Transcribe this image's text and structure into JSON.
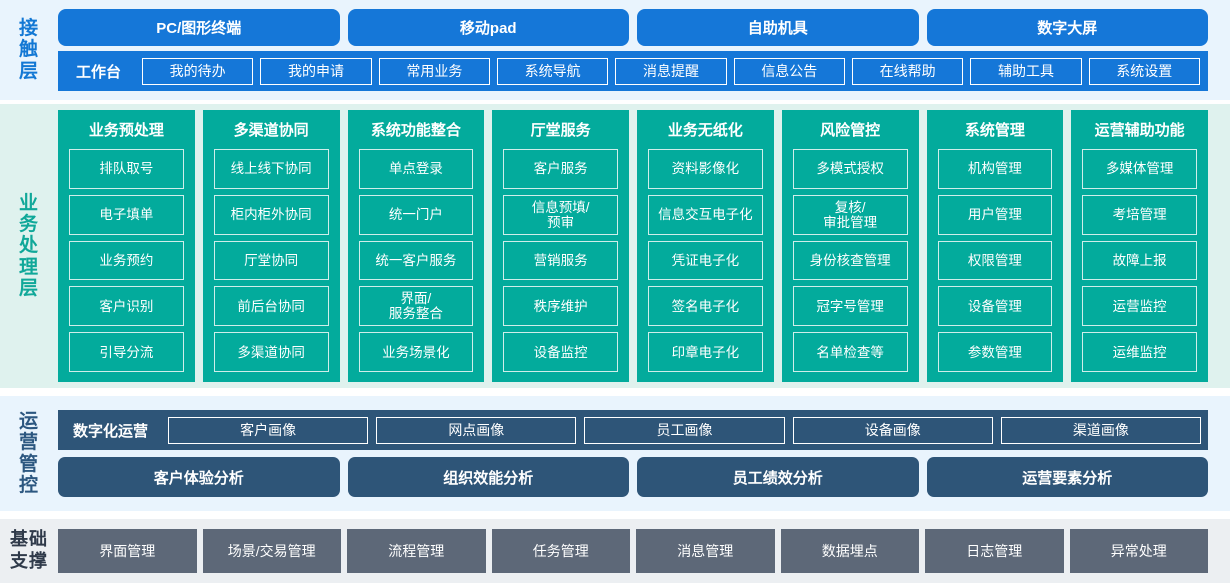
{
  "layers": {
    "contact": {
      "label": "接触层",
      "label_chars": [
        "接",
        "触",
        "层"
      ],
      "channels": [
        "PC/图形终端",
        "移动pad",
        "自助机具",
        "数字大屏"
      ],
      "workbench_title": "工作台",
      "workbench_items": [
        "我的待办",
        "我的申请",
        "常用业务",
        "系统导航",
        "消息提醒",
        "信息公告",
        "在线帮助",
        "辅助工具",
        "系统设置"
      ]
    },
    "business": {
      "label": "业务处理层",
      "label_chars": [
        "业",
        "务",
        "处",
        "理",
        "层"
      ],
      "columns": [
        {
          "title": "业务预处理",
          "items": [
            "排队取号",
            "电子填单",
            "业务预约",
            "客户识别",
            "引导分流"
          ]
        },
        {
          "title": "多渠道协同",
          "items": [
            "线上线下协同",
            "柜内柜外协同",
            "厅堂协同",
            "前后台协同",
            "多渠道协同"
          ]
        },
        {
          "title": "系统功能整合",
          "items": [
            "单点登录",
            "统一门户",
            "统一客户服务",
            "界面/服务整合",
            "业务场景化"
          ]
        },
        {
          "title": "厅堂服务",
          "items": [
            "客户服务",
            "信息预填/预审",
            "营销服务",
            "秩序维护",
            "设备监控"
          ]
        },
        {
          "title": "业务无纸化",
          "items": [
            "资料影像化",
            "信息交互电子化",
            "凭证电子化",
            "签名电子化",
            "印章电子化"
          ]
        },
        {
          "title": "风险管控",
          "items": [
            "多模式授权",
            "复核/审批管理",
            "身份核查管理",
            "冠字号管理",
            "名单检查等"
          ]
        },
        {
          "title": "系统管理",
          "items": [
            "机构管理",
            "用户管理",
            "权限管理",
            "设备管理",
            "参数管理"
          ]
        },
        {
          "title": "运营辅助功能",
          "items": [
            "多媒体管理",
            "考培管理",
            "故障上报",
            "运营监控",
            "运维监控"
          ]
        }
      ]
    },
    "ops": {
      "label": "运营管控",
      "label_chars": [
        "运",
        "营",
        "管",
        "控"
      ],
      "digital_title": "数字化运营",
      "portrait_items": [
        "客户画像",
        "网点画像",
        "员工画像",
        "设备画像",
        "渠道画像"
      ],
      "analysis_items": [
        "客户体验分析",
        "组织效能分析",
        "员工绩效分析",
        "运营要素分析"
      ]
    },
    "base": {
      "label": "基础支撑",
      "label_chars": [
        "基",
        "础",
        "支",
        "撑"
      ],
      "items": [
        "界面管理",
        "场景/交易管理",
        "流程管理",
        "任务管理",
        "消息管理",
        "数据埋点",
        "日志管理",
        "异常处理"
      ]
    }
  },
  "colors": {
    "contact_blue": "#1577d8",
    "contact_bg": "#e9f4fd",
    "business_teal": "#03ab9c",
    "business_bg": "#dff2ee",
    "ops_navy": "#2e5578",
    "ops_bg": "#e9f4fd",
    "base_gray": "#5d6878",
    "base_bg": "#eceff2"
  }
}
